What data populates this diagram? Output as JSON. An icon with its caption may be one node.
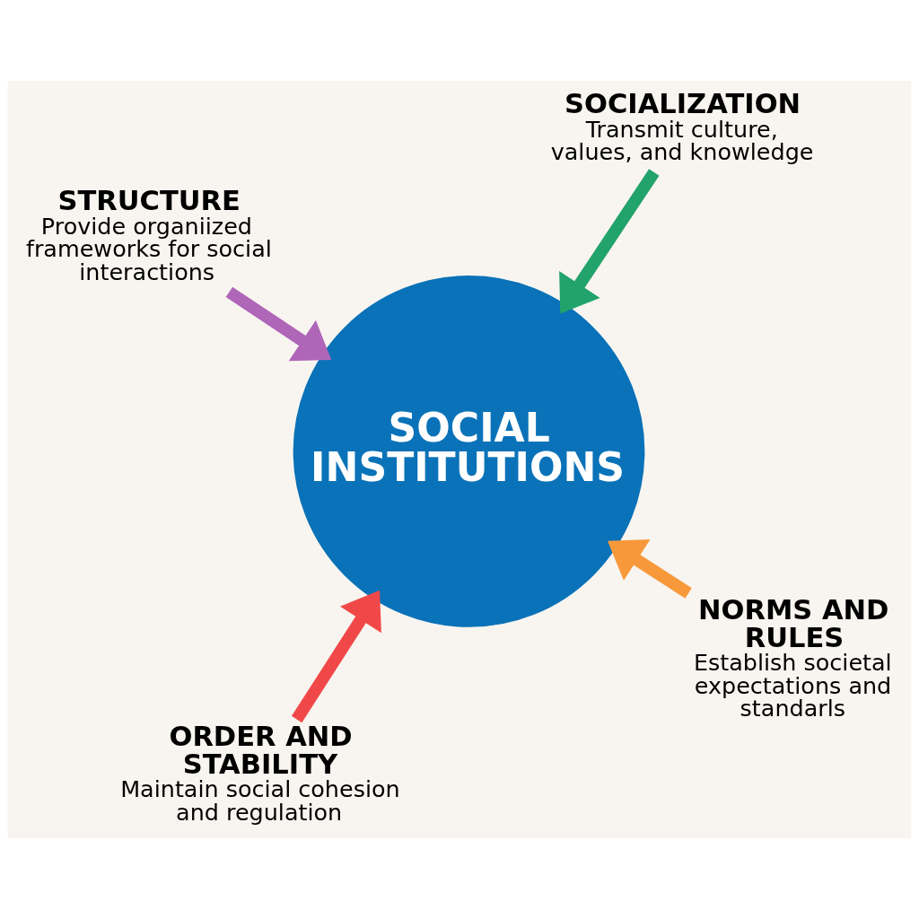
{
  "diagram": {
    "nodes": [
      {
        "text": [
          "SOCIAL INSTITUTIONS"
        ]
      },
      {
        "text": [
          "NORMS AND RULES",
          "Establish societal expectations and standarls"
        ]
      },
      {
        "text": [
          "ORDER AND STABILITY",
          "Maintain social cohesion and regulation"
        ]
      },
      {
        "text": [
          "STRUCTURE",
          "Provide organiized frameworks for social interactions"
        ]
      },
      {
        "text": [
          "SOCIALIZATION",
          "Transmit culture, values, and knowledge"
        ]
      }
    ],
    "edges": [
      {
        "from": 1,
        "to": 0,
        "arrow": "to",
        "color": "#f7993a"
      },
      {
        "from": 2,
        "to": 0,
        "arrow": "to",
        "color": "#f04848"
      },
      {
        "from": 3,
        "to": 0,
        "arrow": "to",
        "color": "#b066b8"
      },
      {
        "from": 4,
        "to": 0,
        "arrow": "to",
        "color": "#22a36b"
      }
    ]
  }
}
